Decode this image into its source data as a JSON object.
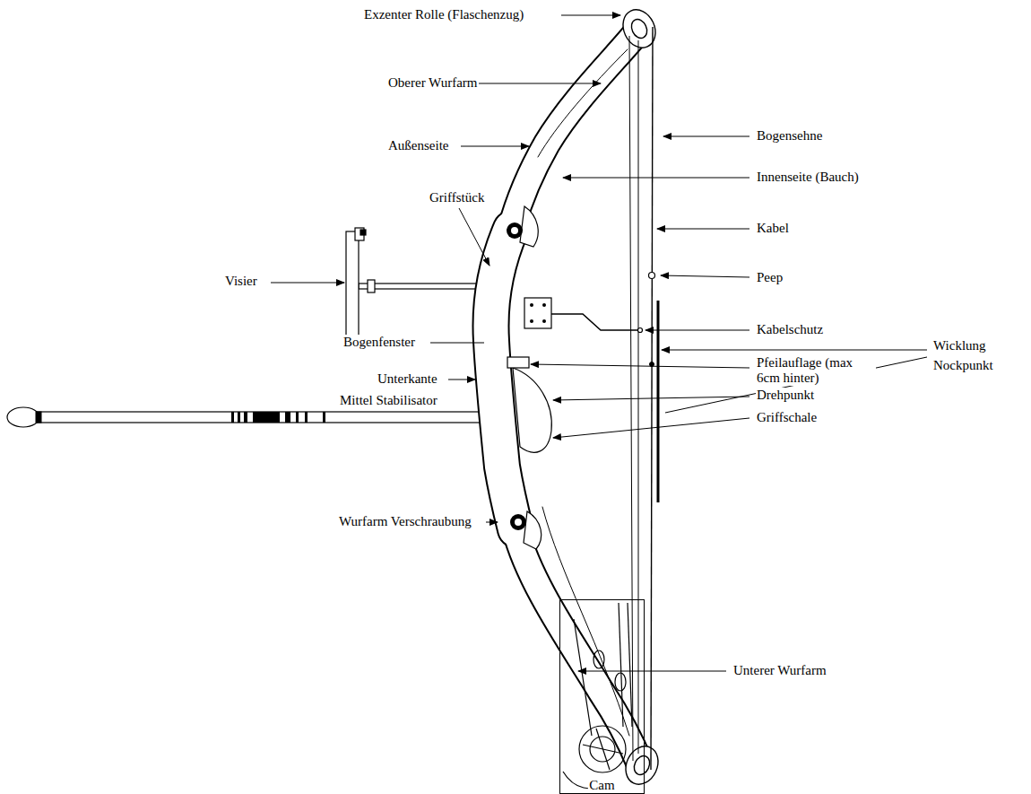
{
  "diagram": {
    "nodes": [
      {
        "text": [
          "Cam"
        ]
      }
    ],
    "labels": [
      "Exzenter Rolle (Flaschenzug)",
      "Oberer Wurfarm",
      "Außenseite",
      "Griffstück",
      "Visier",
      "Bogenfenster",
      "Unterkante",
      "Mittel Stabilisator",
      "Wurfarm Verschraubung",
      "Unterer Wurfarm",
      "Bogensehne",
      "Innenseite (Bauch)",
      "Kabel",
      "Peep",
      "Kabelschutz",
      "Wicklung",
      "Nockpunkt",
      "Pfeilauflage (max 6cm hinter)",
      "Drehpunkt",
      "Griffschale"
    ]
  }
}
